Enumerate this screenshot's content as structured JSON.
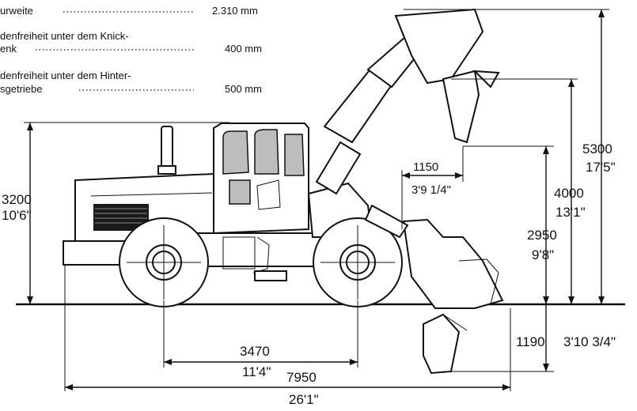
{
  "specs": [
    {
      "label_line1": "urweite",
      "label_line2": "",
      "value": "2.310 mm"
    },
    {
      "label_line1": "denfreiheit unter dem Knick-",
      "label_line2": "enk",
      "value": "400 mm"
    },
    {
      "label_line1": "denfreiheit unter dem Hinter-",
      "label_line2": "sgetriebe",
      "value": "500 mm"
    }
  ],
  "dimensions": {
    "height_cab_mm": "3200",
    "height_cab_ft": "10'6\"",
    "max_height_mm": "5300",
    "max_height_ft": "17'5\"",
    "pin_height_mm": "4000",
    "pin_height_ft": "13'1\"",
    "dump_height_mm": "2950",
    "dump_height_ft": "9'8\"",
    "dump_reach_mm": "1150",
    "dump_reach_ft": "3'9 1/4\"",
    "dig_depth_mm": "1190",
    "dig_depth_ft": "3'10 3/4\"",
    "wheelbase_mm": "3470",
    "wheelbase_ft": "11'4\"",
    "overall_length_mm": "7950",
    "overall_length_ft": "26'1\""
  }
}
